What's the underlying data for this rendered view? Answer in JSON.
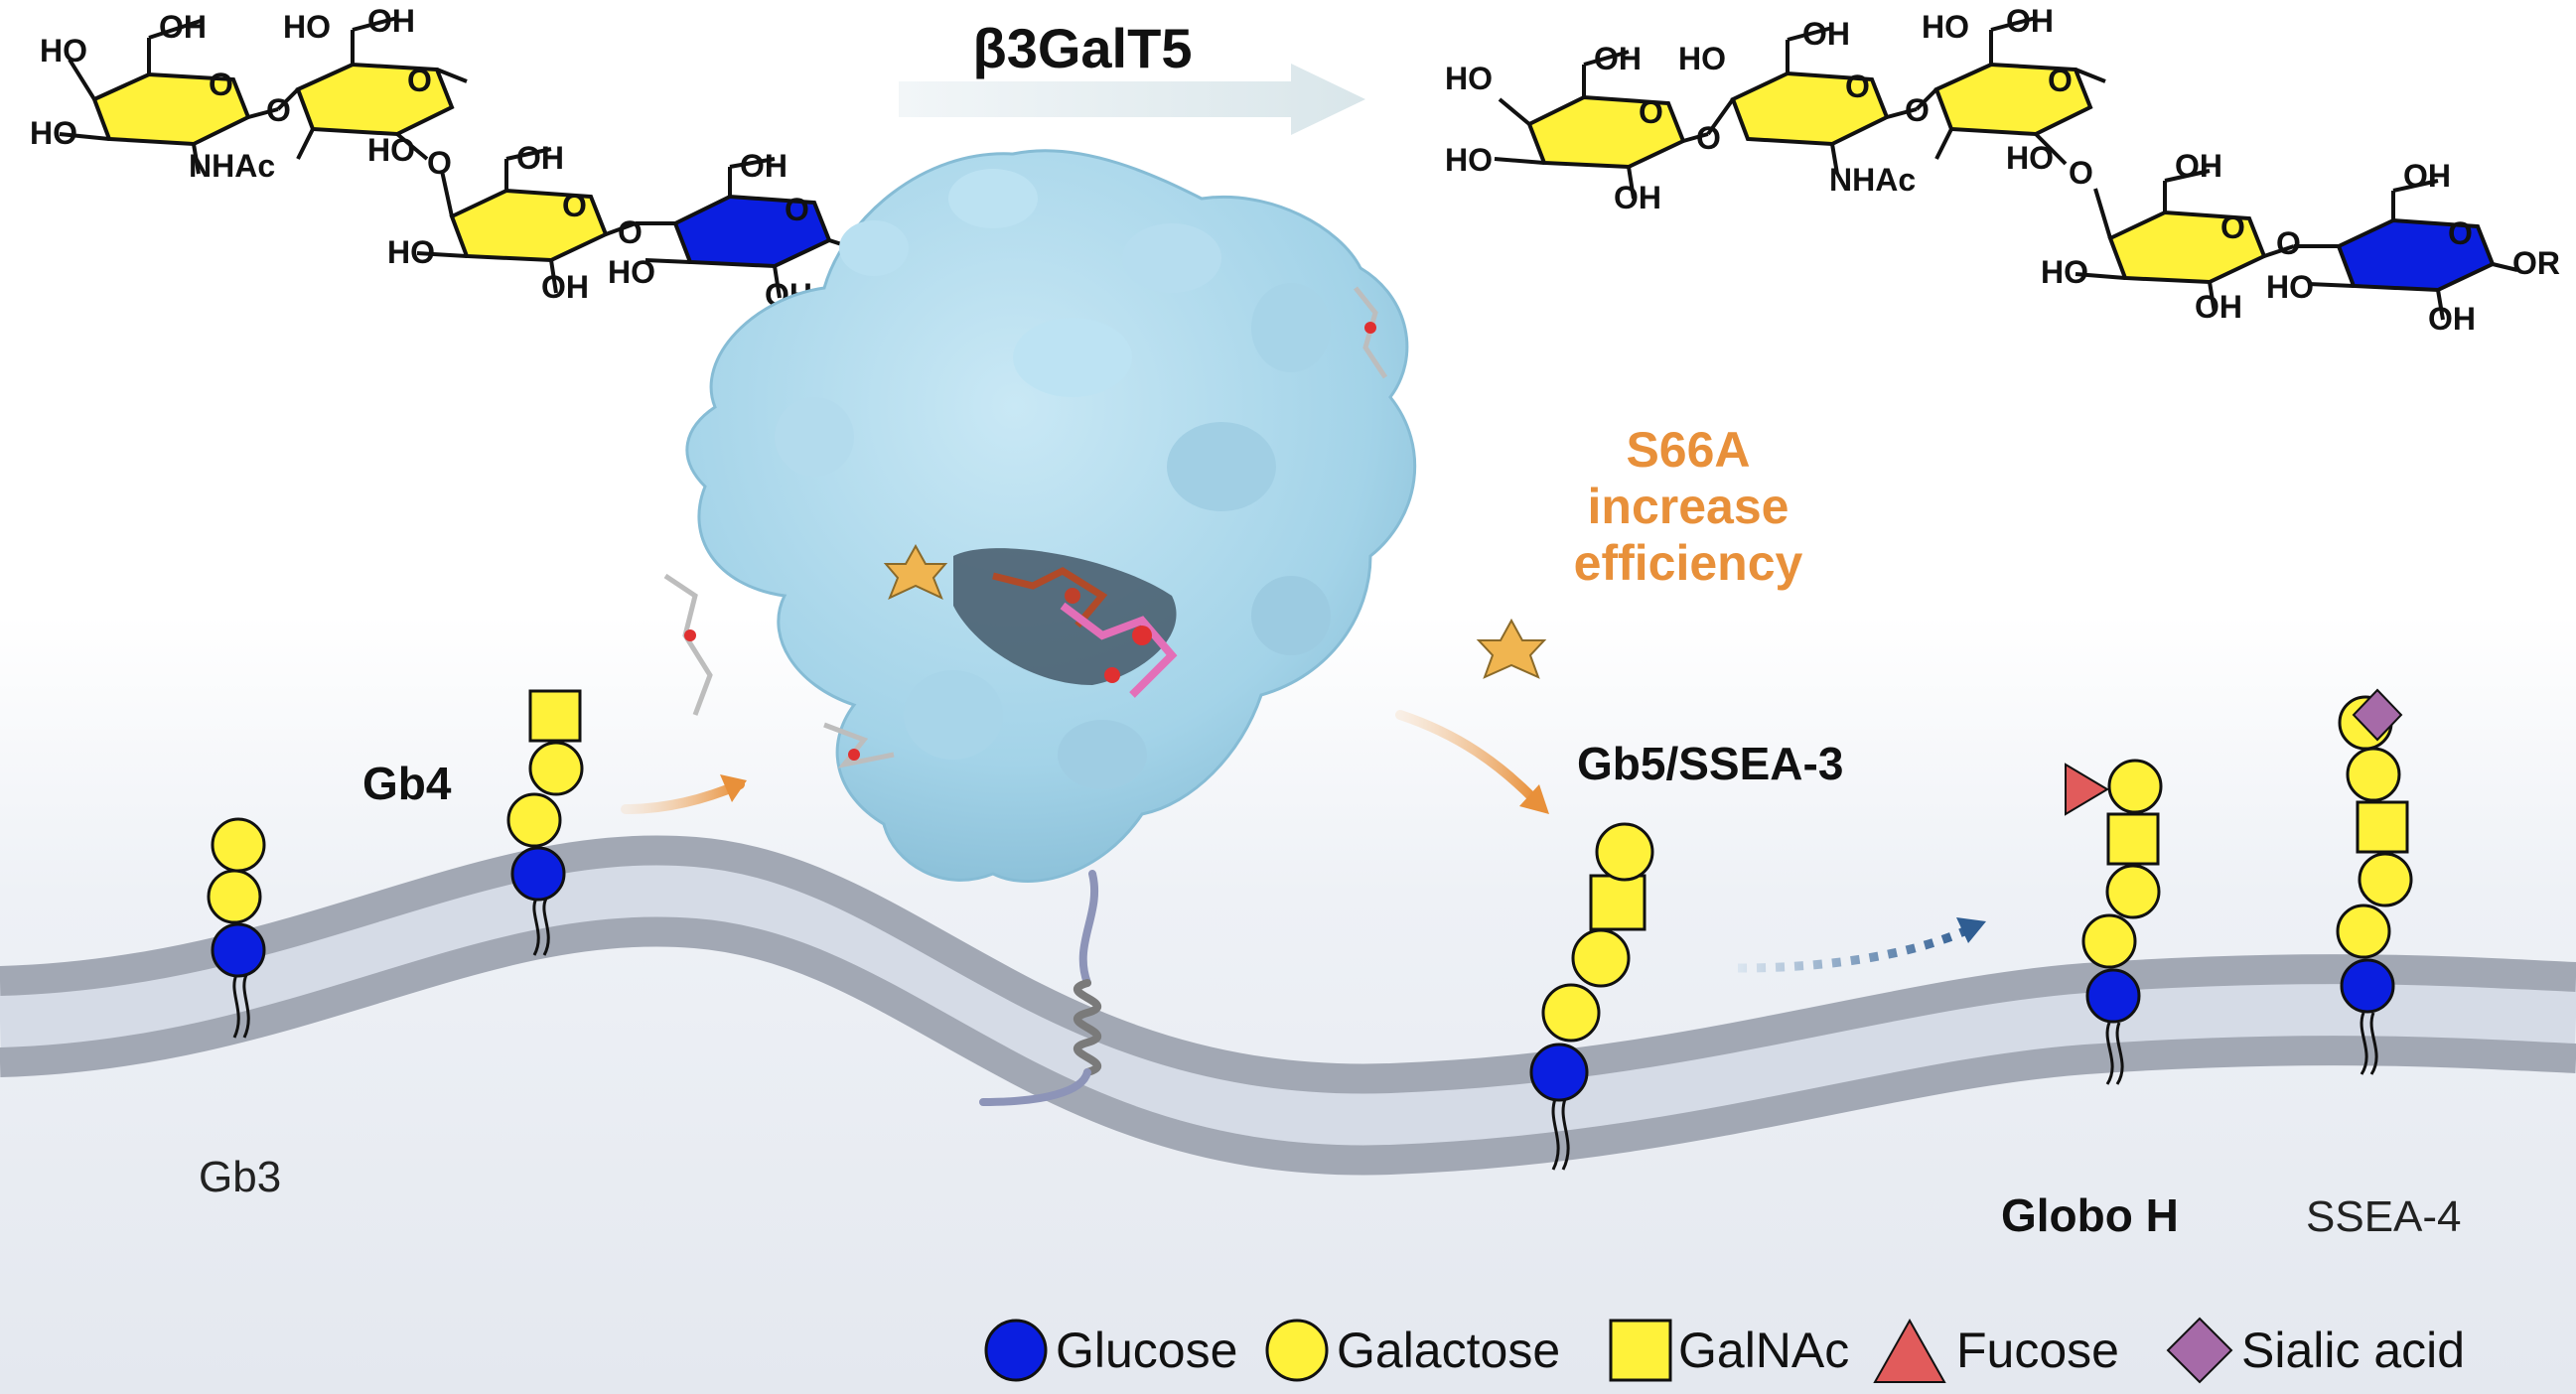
{
  "enzyme": {
    "name": "β3GalT5",
    "mutation_line1": "S66A",
    "mutation_line2": "increase",
    "mutation_line3": "efficiency"
  },
  "chem_labels": {
    "ho": "HO",
    "oh": "OH",
    "o": "O",
    "nhac": "NHAc",
    "or": "OR"
  },
  "glycans": {
    "gb3": "Gb3",
    "gb4": "Gb4",
    "gb5": "Gb5/SSEA-3",
    "globo_h": "Globo H",
    "ssea4": "SSEA-4"
  },
  "legend": {
    "glucose": "Glucose",
    "galactose": "Galactose",
    "galnac": "GalNAc",
    "fucose": "Fucose",
    "sialic": "Sialic acid"
  },
  "colors": {
    "glucose": "#0a1ee0",
    "galactose": "#fff23a",
    "galnac": "#fff23a",
    "fucose": "#e15b5b",
    "sialic": "#a66aa8",
    "protein": "#a9d6ea",
    "accent_orange": "#e8903a",
    "membrane": "#a2a8b4"
  }
}
